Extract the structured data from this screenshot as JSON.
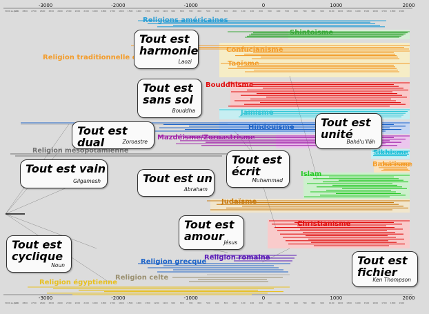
{
  "axis": {
    "major_years": [
      "-3000",
      "-2000",
      "-1000",
      "0",
      "1000",
      "2000"
    ],
    "minor_row_top": [
      "3000 av. J.-C.",
      "2900",
      "2800",
      "2700",
      "2600",
      "2500",
      "2400",
      "2300",
      "2200",
      "2100",
      "1900",
      "1800",
      "1700",
      "1600",
      "1500",
      "1400",
      "1300",
      "1200",
      "1100",
      "900",
      "800",
      "700",
      "600",
      "500",
      "400",
      "300",
      "200",
      "100",
      "100",
      "200",
      "300",
      "400",
      "500",
      "600",
      "700",
      "800",
      "900",
      "1100",
      "1200",
      "1300",
      "1400",
      "1500",
      "1600",
      "1700",
      "1800",
      "1900"
    ]
  },
  "religions": [
    {
      "key": "ameriques",
      "label": "Religions américaines",
      "color": "#2a9fd6"
    },
    {
      "key": "shinto",
      "label": "Shintoïsme",
      "color": "#3aa83a"
    },
    {
      "key": "chinoise",
      "label": "Religion traditionnelle chinoise",
      "color": "#f39c2a"
    },
    {
      "key": "confucianisme",
      "label": "Confucianisme",
      "color": "#f39c2a"
    },
    {
      "key": "taoisme",
      "label": "Taoïsme",
      "color": "#f39c2a"
    },
    {
      "key": "bouddhisme",
      "label": "Bouddhisme",
      "color": "#e01010"
    },
    {
      "key": "jainisme",
      "label": "Jaïnisme",
      "color": "#33c6d6"
    },
    {
      "key": "hindouisme",
      "label": "Hindouisme",
      "color": "#1e64c8"
    },
    {
      "key": "mazdeisme",
      "label": "Mazdéisme/Zoroastrisme",
      "color": "#a020a8"
    },
    {
      "key": "sikhisme",
      "label": "Sikhisme",
      "color": "#20c0d8"
    },
    {
      "key": "bahaisme",
      "label": "Bahá'isme",
      "color": "#f39c2a"
    },
    {
      "key": "mesopotamienne",
      "label": "Religion mésopotamienne",
      "color": "#707070"
    },
    {
      "key": "islam",
      "label": "Islam",
      "color": "#28c828"
    },
    {
      "key": "judaisme",
      "label": "Judaïsme",
      "color": "#c87a10"
    },
    {
      "key": "christianisme",
      "label": "Christianisme",
      "color": "#e01010"
    },
    {
      "key": "romaine",
      "label": "Religion romaine",
      "color": "#5a1ab8"
    },
    {
      "key": "grecque",
      "label": "Religion grecque",
      "color": "#1e64c8"
    },
    {
      "key": "celte",
      "label": "Religion celte",
      "color": "#9a9070"
    },
    {
      "key": "egyptienne",
      "label": "Religion égyptienne",
      "color": "#e8c020"
    }
  ],
  "cards": [
    {
      "key": "harmonie",
      "line1": "Tout est",
      "line2": "harmonie",
      "author": "Laozi"
    },
    {
      "key": "sanssoi",
      "line1": "Tout est",
      "line2": "sans soi",
      "author": "Bouddha"
    },
    {
      "key": "dual",
      "line1": "Tout est dual",
      "line2": "",
      "author": "Zoroastre"
    },
    {
      "key": "unite",
      "line1": "Tout est",
      "line2": "unité",
      "author": "Bahá'u'lláh"
    },
    {
      "key": "vain",
      "line1": "Tout est vain",
      "line2": "",
      "author": "Gilgamesh"
    },
    {
      "key": "ecrit",
      "line1": "Tout est",
      "line2": "écrit",
      "author": "Muhammad"
    },
    {
      "key": "un",
      "line1": "Tout est un",
      "line2": "",
      "author": "Abraham"
    },
    {
      "key": "amour",
      "line1": "Tout est",
      "line2": "amour",
      "author": "Jésus"
    },
    {
      "key": "cyclique",
      "line1": "Tout est",
      "line2": "cyclique",
      "author": "Noun"
    },
    {
      "key": "fichier",
      "line1": "Tout est",
      "line2": "fichier",
      "author": "Ken Thompson"
    }
  ]
}
